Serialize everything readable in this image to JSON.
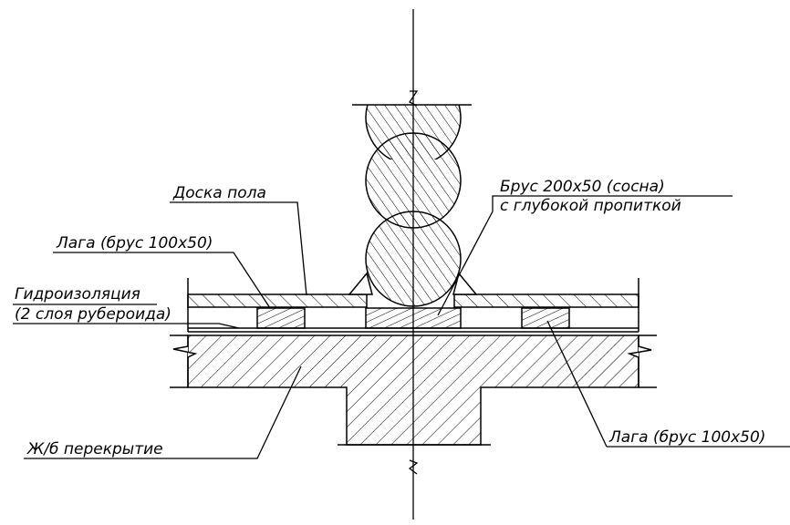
{
  "labels": {
    "floor_board": "Доска пола",
    "joist_left": "Лага (брус 100х50)",
    "waterproofing_1": "Гидроизоляция",
    "waterproofing_2": "(2 слоя рубероида)",
    "beam_1": "Брус 200х50 (сосна)",
    "beam_2": "с глубокой пропиткой",
    "slab": "Ж/б перекрытие",
    "joist_right": "Лага (брус 100х50)"
  },
  "colors": {
    "line": "#000000",
    "background": "#ffffff"
  }
}
